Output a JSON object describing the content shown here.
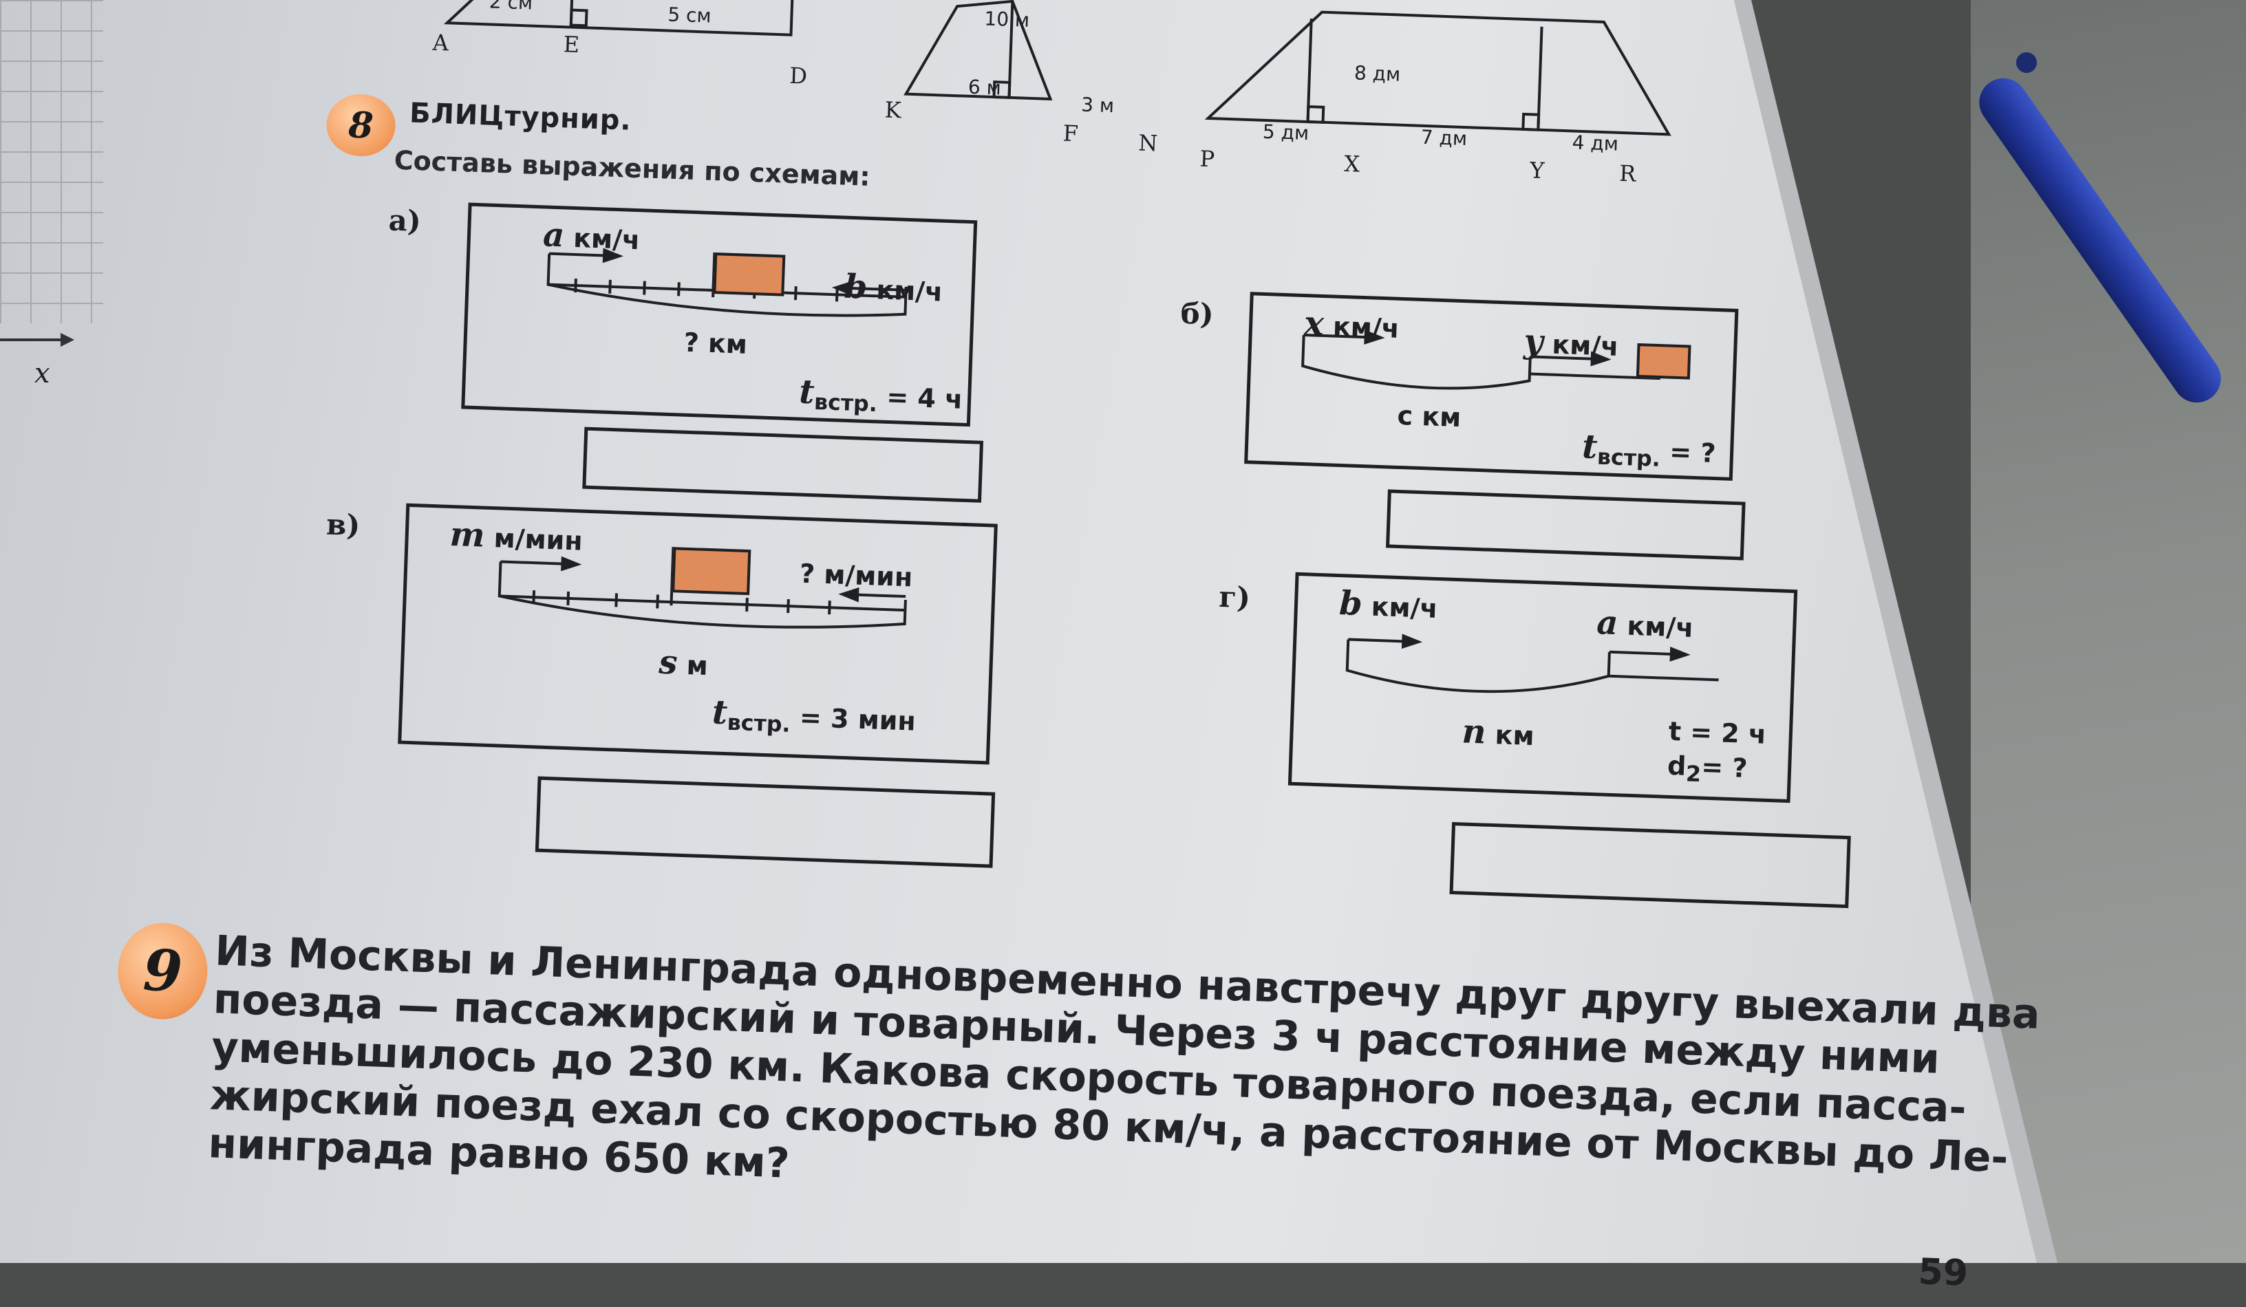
{
  "top_figures": {
    "fig1": {
      "seg1": "2 см",
      "seg2": "5 см",
      "vertices": [
        "A",
        "E",
        "D"
      ]
    },
    "fig2": {
      "side": "10 м",
      "seg1": "6 м",
      "seg2": "3 м",
      "vertices": [
        "K",
        "F",
        "N"
      ]
    },
    "fig3": {
      "height": "8 дм",
      "seg1": "5 дм",
      "seg2": "7 дм",
      "seg3": "4 дм",
      "vertices": [
        "P",
        "X",
        "Y",
        "R"
      ]
    }
  },
  "task8": {
    "number": "8",
    "title": "БЛИЦтурнир.",
    "instruction": "Составь выражения по схемам:",
    "schemes": {
      "a": {
        "letter": "а)",
        "left_speed": "км/ч",
        "left_var": "a",
        "right_speed": "км/ч",
        "right_var": "b",
        "distance": "? км",
        "time_var": "t",
        "time_sub": "встр.",
        "time_value": "= 4 ч"
      },
      "b": {
        "letter": "б)",
        "left_speed": "км/ч",
        "left_var": "x",
        "right_speed": "км/ч",
        "right_var": "y",
        "distance": "с км",
        "time_var": "t",
        "time_sub": "встр.",
        "time_value": "= ?"
      },
      "v": {
        "letter": "в)",
        "left_speed": "м/мин",
        "left_var": "m",
        "right_speed": "? м/мин",
        "distance_var": "s",
        "distance_unit": "м",
        "time_var": "t",
        "time_sub": "встр.",
        "time_value": "= 3 мин"
      },
      "g": {
        "letter": "г)",
        "left_speed": "км/ч",
        "left_var": "b",
        "right_speed": "км/ч",
        "right_var": "a",
        "distance_var": "n",
        "distance_unit": "км",
        "time": "t = 2 ч",
        "d_var": "d",
        "d_sub": "2",
        "d_value": "= ?"
      }
    }
  },
  "task9": {
    "number": "9",
    "lines": [
      "Из Москвы и Ленинграда одновременно навстречу друг другу выехали два",
      "поезда — пассажирский и товарный. Через 3 ч расстояние между ними",
      "уменьшилось до 230 км. Какова скорость товарного поезда, если пасса-",
      "жирский поезд ехал со скоростью 80 км/ч, а расстояние от Москвы до Ле-",
      "нинграда равно 650 км?"
    ]
  },
  "page_number": "59",
  "left_axis_label": "x",
  "colors": {
    "flag": "#e08b5a",
    "badge": "#f39a5b",
    "page": "#dcdfe2",
    "pen": "#2540b0"
  }
}
